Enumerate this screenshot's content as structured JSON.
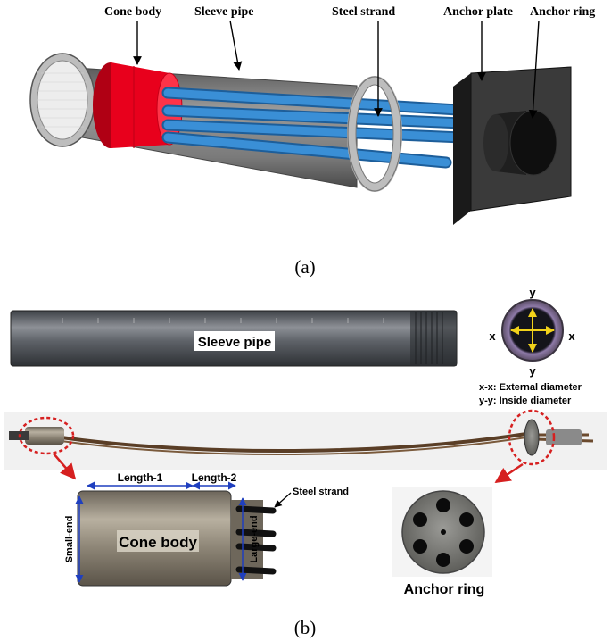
{
  "panel_a": {
    "labels": {
      "cone_body": "Cone body",
      "sleeve_pipe": "Sleeve pipe",
      "steel_strand": "Steel strand",
      "anchor_plate": "Anchor plate",
      "anchor_ring": "Anchor ring"
    },
    "caption": "(a)"
  },
  "panel_b": {
    "sleeve_pipe_label": "Sleeve pipe",
    "cross_section": {
      "y_top": "y",
      "y_bottom": "y",
      "x_left": "x",
      "x_right": "x",
      "legend_xx": "x-x: External diameter",
      "legend_yy": "y-y: Inside diameter"
    },
    "cone_detail": {
      "length1": "Length-1",
      "length2": "Length-2",
      "steel_strand": "Steel strand",
      "small_end": "Small-end",
      "large_end": "Large-end",
      "cone_body": "Cone body"
    },
    "anchor_ring_label": "Anchor ring",
    "caption": "(b)"
  },
  "colors": {
    "cone_red": "#e8001c",
    "strand_blue": "#3a8fd6",
    "plate_dark": "#2a2a2a",
    "dim_blue": "#1f3fbf",
    "callout_red": "#d62020",
    "arrow_yellow": "#f2d21a"
  }
}
